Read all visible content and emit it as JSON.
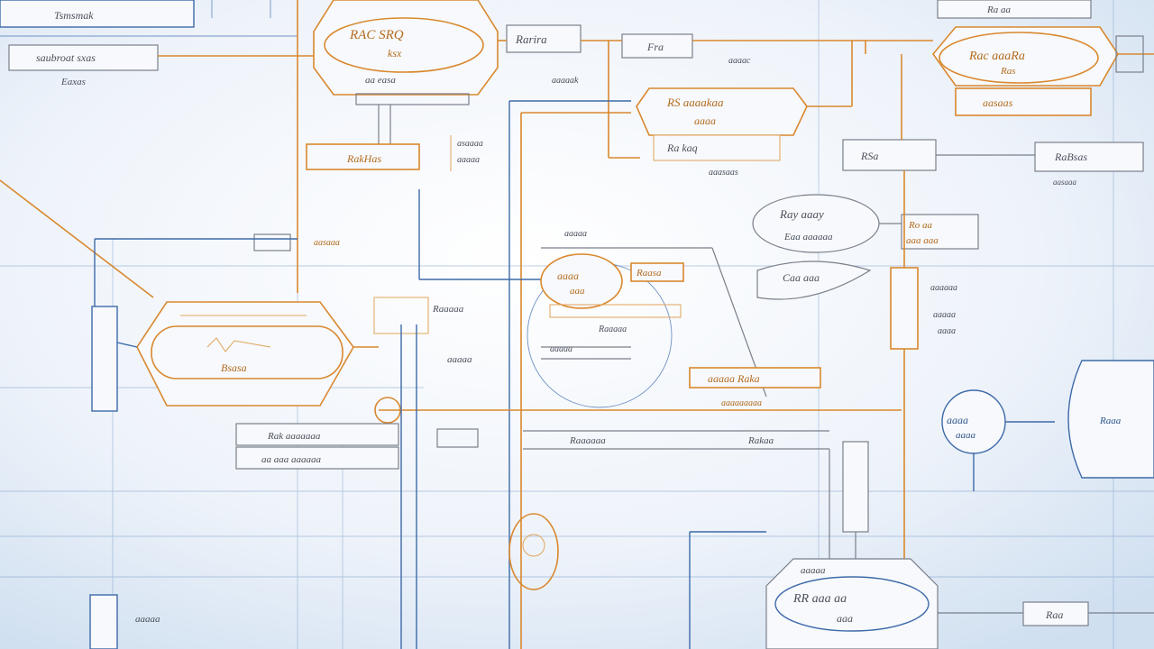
{
  "labels": {
    "tl_top": "Tsmsmak",
    "tl_box": "saubroat sxas",
    "tl_sub": "Eaxas",
    "top_vessel_1": "RAC SRQ",
    "top_vessel_2": "ksx",
    "top_vessel_bottom": "aa easa",
    "box_rarira": "Rarira",
    "box_fra": "Fra",
    "small_a": "aaaac",
    "small_b": "aaaaak",
    "mid_vessel_1": "RS aaaakaa",
    "mid_vessel_2": "aaaa",
    "mid_vessel_bottom": "Ra kaq",
    "mid_caption": "aaasaas",
    "tr_vessel_1": "Rac aaaRa",
    "tr_vessel_2": "Ras",
    "tr_vessel_3": "Ra aa",
    "box_rakhas": "RakHas",
    "box_rsa": "RSa",
    "box_rabsas": "RaBsas",
    "tr_sub": "aasaas",
    "notes_1": "aasaaa",
    "notes_2": "asaaaa",
    "notes_3": "aaaaa",
    "left_tag": "aasaaa",
    "left_vessel": "Bsasa",
    "drum_1": "Ray aaay",
    "drum_2": "Eaa aaaaaa",
    "drum_right_1": "Ro aa",
    "drum_right_2": "aaa aaa",
    "center_circle_1": "aaaa",
    "center_circle_2": "aaa",
    "center_tag": "Raasa",
    "center_note": "aaaaa",
    "wedge": "Caa aaa",
    "right_col_1": "aaaaaa",
    "right_col_2": "aaaaa",
    "right_col_3": "aaaa",
    "center_row_1": "Raaaaa",
    "center_row_2": "aaaaa",
    "bar_text_1": "aaaaa Raka",
    "bar_text_2": "aaaaaaaaa",
    "left_note_1": "Raaaaa",
    "left_note_2": "aaaaa",
    "bottom_row_1": "Rak aaaaaaa",
    "bottom_row_2": "aa aaa aaaaaa",
    "bottom_mid_1": "Raaaaaa",
    "bottom_mid_2": "Rakaa",
    "circle_right_1": "aaaa",
    "circle_right_2": "aaaa",
    "bottom_vessel_1": "RR aaa aa",
    "bottom_vessel_2": "aaa",
    "bottom_vessel_top": "aaaaa",
    "bottom_right_box": "Raa",
    "bottom_left": "aaaaa",
    "right_edge": "Raaa"
  },
  "colors": {
    "blue": "#3d6aa8",
    "orange": "#d9882e",
    "background": "#f3f7fc"
  }
}
